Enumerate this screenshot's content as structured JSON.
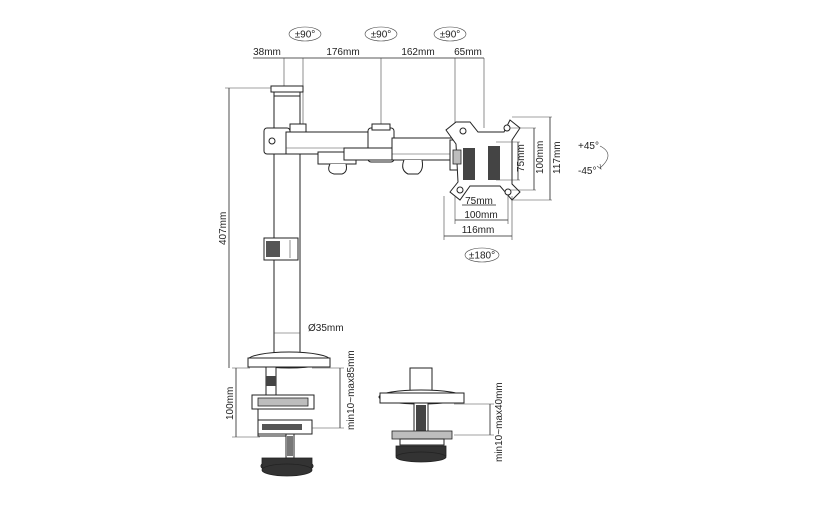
{
  "rotation_top": [
    "±90°",
    "±90°",
    "±90°"
  ],
  "rotation_bottom": "±180°",
  "tilt_up": "+45°",
  "tilt_down": "-45°",
  "dims": {
    "d38": "38mm",
    "d176": "176mm",
    "d162": "162mm",
    "d65": "65mm",
    "d407": "407mm",
    "d35": "Ø35mm",
    "d100_clamp": "100mm",
    "clamp_range": "min10~max85mm",
    "grommet_range": "min10~max40mm",
    "vesa_75w": "75mm",
    "vesa_100w": "100mm",
    "plate_116w": "116mm",
    "vesa_75h": "75mm",
    "vesa_100h": "100mm",
    "plate_117h": "117mm"
  }
}
